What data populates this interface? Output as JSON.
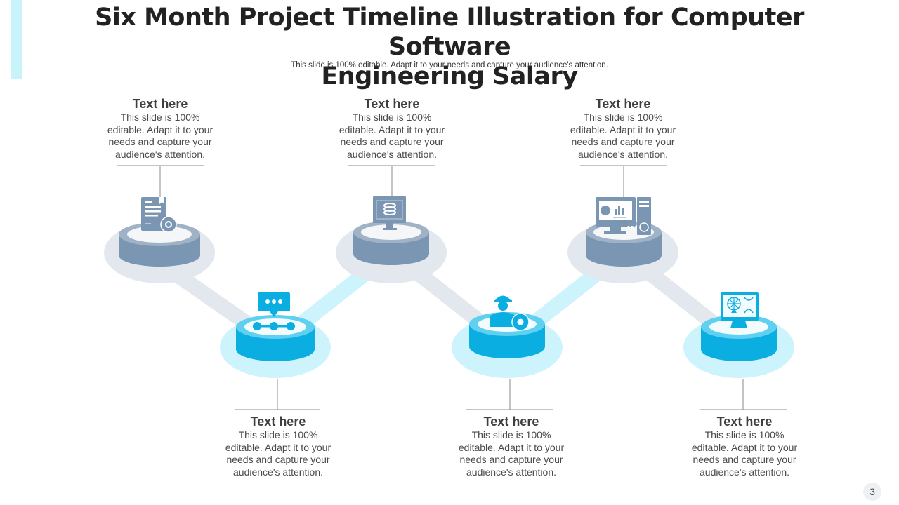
{
  "slide": {
    "title": "Six Month Project Timeline Illustration for Computer Software Engineering Salary",
    "title_line1": "Six Month Project Timeline Illustration for Computer Software",
    "title_line2": "Engineering Salary",
    "subtitle": "This slide is 100% editable. Adapt it to your needs and capture your audience's attention.",
    "page_number": "3"
  },
  "colors": {
    "accent_bar": "#c9f3fb",
    "gray_node": "#7b96b2",
    "gray_node_top": "#9fb2c6",
    "gray_shadow": "#e3e8ee",
    "blue_node": "#0aaee0",
    "blue_node_top": "#5fd0ef",
    "blue_shadow": "#cdf3fc",
    "connector_gray": "#e3e8ee",
    "connector_blue": "#cdf3fc"
  },
  "steps": [
    {
      "position": "top",
      "color": "gray",
      "icon": "document-gear-icon",
      "heading": "Text here",
      "body": [
        "This slide is 100%",
        "editable. Adapt it to your",
        "needs and capture your",
        "audience's attention."
      ]
    },
    {
      "position": "bottom",
      "color": "blue",
      "icon": "chat-network-icon",
      "heading": "Text here",
      "body": [
        "This slide is 100%",
        "editable. Adapt it to your",
        "needs and capture your",
        "audience's attention."
      ]
    },
    {
      "position": "top",
      "color": "gray",
      "icon": "monitor-database-icon",
      "heading": "Text here",
      "body": [
        "This slide is 100%",
        "editable. Adapt it to your",
        "needs and capture your",
        "audience's attention."
      ]
    },
    {
      "position": "bottom",
      "color": "blue",
      "icon": "engineer-gear-icon",
      "heading": "Text here",
      "body": [
        "This slide is 100%",
        "editable. Adapt it to your",
        "needs and capture your",
        "audience's attention."
      ]
    },
    {
      "position": "top",
      "color": "gray",
      "icon": "desktop-computer-chart-icon",
      "heading": "Text here",
      "body": [
        "This slide is 100%",
        "editable. Adapt it to your",
        "needs and capture your",
        "audience's attention."
      ]
    },
    {
      "position": "bottom",
      "color": "blue",
      "icon": "monitor-design-icon",
      "heading": "Text here",
      "body": [
        "This slide is 100%",
        "editable. Adapt it to your",
        "needs and capture your",
        "audience's attention."
      ]
    }
  ]
}
